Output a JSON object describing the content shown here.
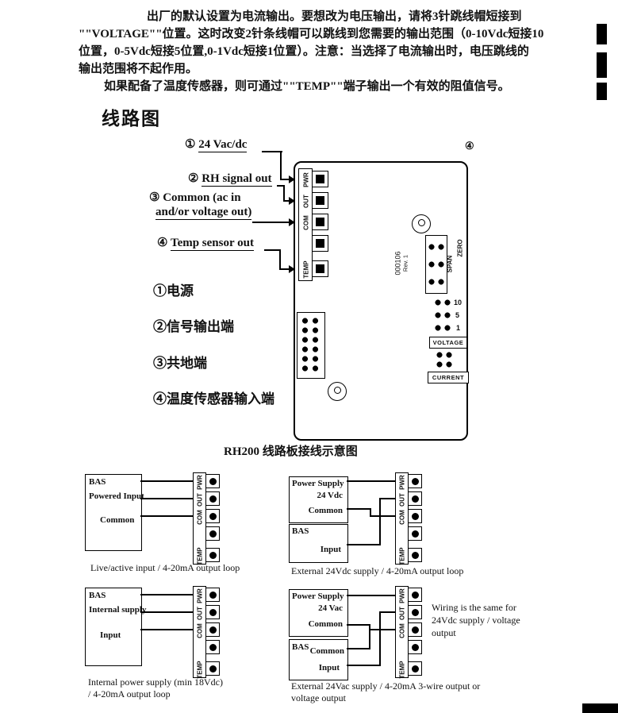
{
  "colors": {
    "ink": "#111111",
    "paper": "#ffffff"
  },
  "intro": {
    "line1": "出厂的默认设置为电流输出。要想改为电压输出，请将3针跳线帽短接到",
    "line2": "\"\"VOLTAGE\"\"位置。这时改变2针条线帽可以跳线到您需要的输出范围（0-10Vdc短接10",
    "line3": "位置，0-5Vdc短接5位置,0-1Vdc短接1位置）。注意：当选择了电流输出时，电压跳线的",
    "line4": "输出范围将不起作用。",
    "line5": "如果配备了温度传感器，则可通过\"\"TEMP\"\"端子输出一个有效的阻值信号。"
  },
  "heading": "线路图",
  "diagram": {
    "callouts": {
      "c1_num": "①",
      "c1_label": "24 Vac/dc",
      "c2_num": "②",
      "c2_label": "RH signal out",
      "c3_num": "③",
      "c3_line1": "Common (ac in",
      "c3_line2": "and/or voltage out)",
      "c4_num": "④",
      "c4_label": "Temp sensor out"
    },
    "corner_ref": "④",
    "board_code": "000106",
    "board_rev": "Rev. 1",
    "zero": "ZERO",
    "span": "SPAN",
    "v10": "10",
    "v5": "5",
    "v1": "1",
    "voltage": "VOLTAGE",
    "current": "CURRENT",
    "legend": {
      "item1": "①电源",
      "item2": "②信号输出端",
      "item3": "③共地端",
      "item4": "④温度传感器输入端"
    },
    "caption": "RH200 线路板接线示意图"
  },
  "terminals": {
    "pwr": "PWR",
    "out": "OUT",
    "com": "COM",
    "temp": "TEMP"
  },
  "sub1": {
    "t1": "BAS",
    "t2": "Powered Input",
    "t3": "Common",
    "caption": "Live/active input / 4-20mA output loop"
  },
  "sub2": {
    "ps1": "Power Supply",
    "ps2": "24 Vdc",
    "ps3": "Common",
    "bas1": "BAS",
    "bas2": "Input",
    "caption": "External 24Vdc supply / 4-20mA output loop"
  },
  "sub3": {
    "t1": "BAS",
    "t2": "Internal supply",
    "t3": "Input",
    "caption1": "Internal power supply (min 18Vdc)",
    "caption2": "/ 4-20mA output loop"
  },
  "sub4": {
    "ps1": "Power Supply",
    "ps2": "24 Vac",
    "ps3": "Common",
    "bas1": "BAS",
    "bas2": "Common",
    "bas3": "Input",
    "note1": "Wiring is the same for",
    "note2": "24Vdc supply / voltage",
    "note3": "output",
    "caption1": "External 24Vac supply / 4-20mA 3-wire output or",
    "caption2": "voltage output"
  }
}
